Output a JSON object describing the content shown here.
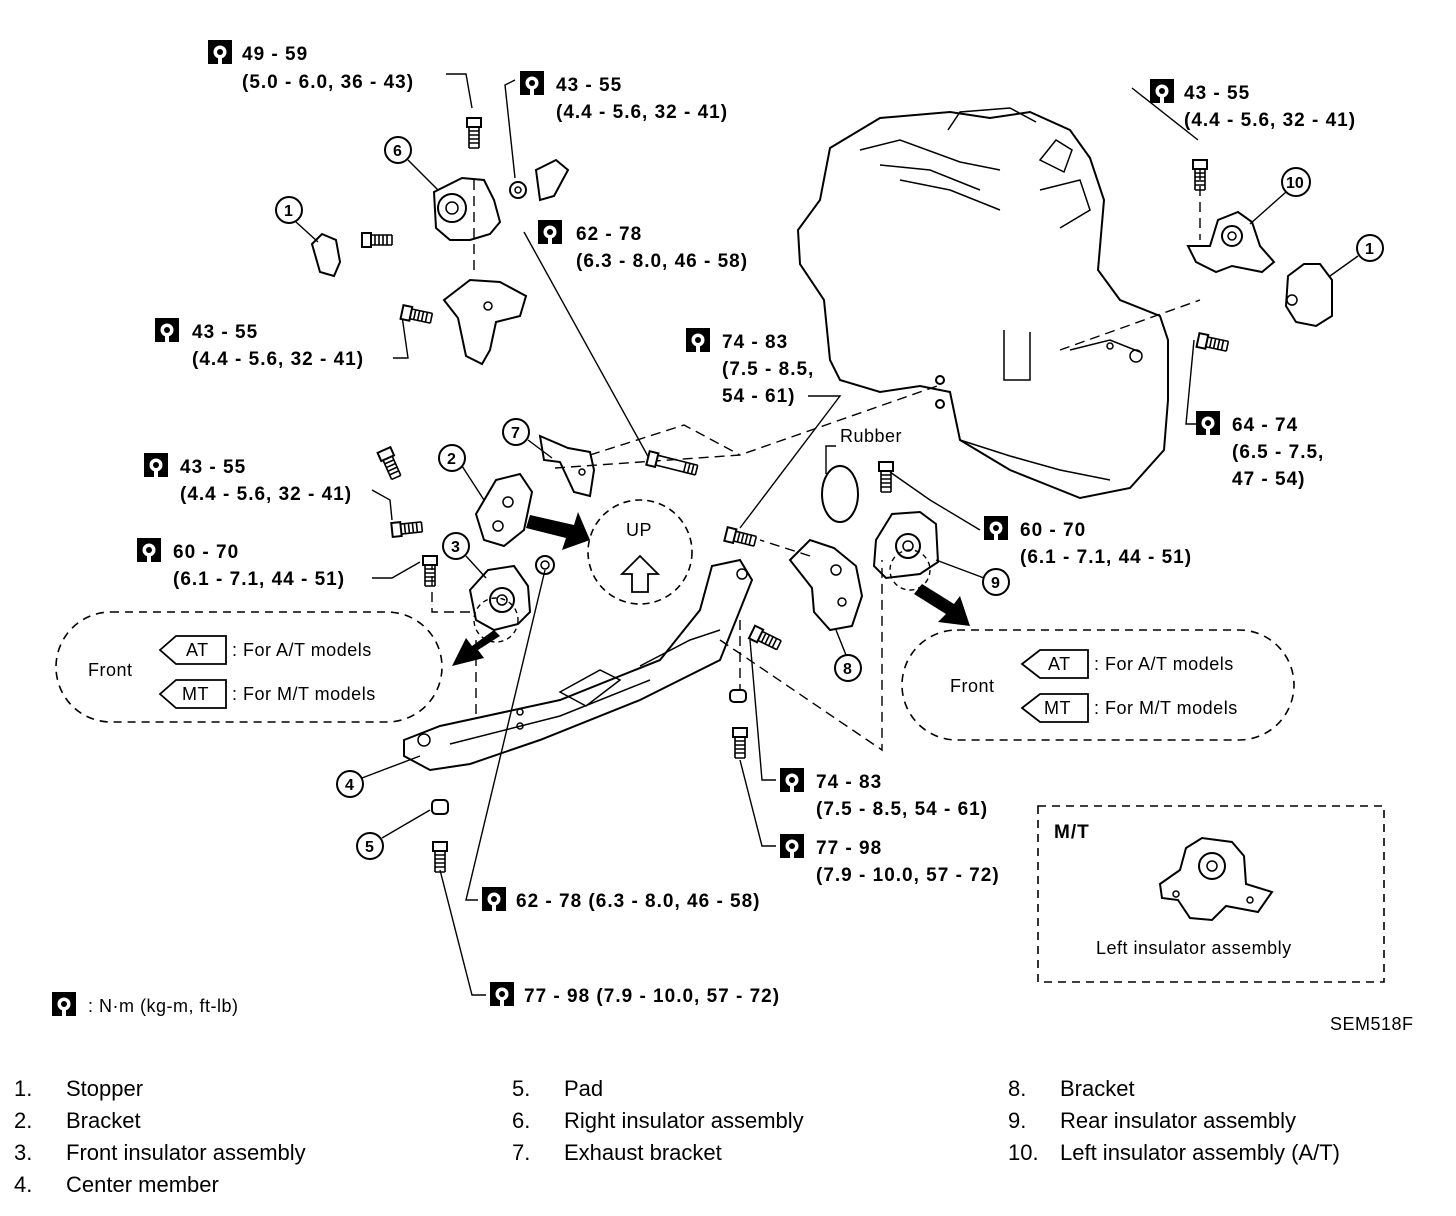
{
  "torque_labels": {
    "t1": {
      "a": "49 - 59",
      "b": "(5.0 - 6.0, 36 - 43)"
    },
    "t2": {
      "a": "43 - 55",
      "b": "(4.4 - 5.6, 32 - 41)"
    },
    "t3": {
      "a": "43 - 55",
      "b": "(4.4 - 5.6, 32 - 41)"
    },
    "t4": {
      "a": "62 - 78",
      "b": "(6.3 - 8.0, 46 - 58)"
    },
    "t5": {
      "a": "43 - 55",
      "b": "(4.4 - 5.6, 32 - 41)"
    },
    "t6": {
      "a": "74 - 83",
      "b": "(7.5 - 8.5,",
      "c": "54 - 61)"
    },
    "t7": {
      "a": "64 - 74",
      "b": "(6.5 - 7.5,",
      "c": "47 - 54)"
    },
    "t8": {
      "a": "43 - 55",
      "b": "(4.4 - 5.6, 32 - 41)"
    },
    "t9": {
      "a": "60 - 70",
      "b": "(6.1 - 7.1, 44 - 51)"
    },
    "t10": {
      "a": "60 - 70",
      "b": "(6.1 - 7.1, 44 - 51)"
    },
    "t11": {
      "a": "74 - 83",
      "b": "(7.5 - 8.5, 54 - 61)"
    },
    "t12": {
      "a": "77 - 98",
      "b": "(7.9 - 10.0, 57 - 72)"
    },
    "t13": {
      "a": "62 - 78 (6.3 - 8.0, 46 - 58)"
    },
    "t14": {
      "a": "77 - 98 (7.9 - 10.0, 57 - 72)"
    }
  },
  "callouts": [
    "1",
    "2",
    "3",
    "4",
    "5",
    "6",
    "7",
    "8",
    "9",
    "10"
  ],
  "rubber_label": "Rubber",
  "up_label": "UP",
  "front_box": {
    "front": "Front",
    "at_tag": "AT",
    "mt_tag": "MT",
    "at_text": ": For A/T models",
    "mt_text": ": For M/T models"
  },
  "mt_box": {
    "title": "M/T",
    "caption": "Left insulator assembly"
  },
  "units_note": ": N·m (kg-m, ft-lb)",
  "figure_code": "SEM518F",
  "legend": [
    {
      "num": "1.",
      "text": "Stopper"
    },
    {
      "num": "2.",
      "text": "Bracket"
    },
    {
      "num": "3.",
      "text": "Front insulator assembly"
    },
    {
      "num": "4.",
      "text": "Center member"
    },
    {
      "num": "5.",
      "text": "Pad"
    },
    {
      "num": "6.",
      "text": "Right insulator assembly"
    },
    {
      "num": "7.",
      "text": "Exhaust bracket"
    },
    {
      "num": "8.",
      "text": "Bracket"
    },
    {
      "num": "9.",
      "text": "Rear insulator assembly"
    },
    {
      "num": "10.",
      "text": "Left insulator assembly (A/T)"
    }
  ]
}
